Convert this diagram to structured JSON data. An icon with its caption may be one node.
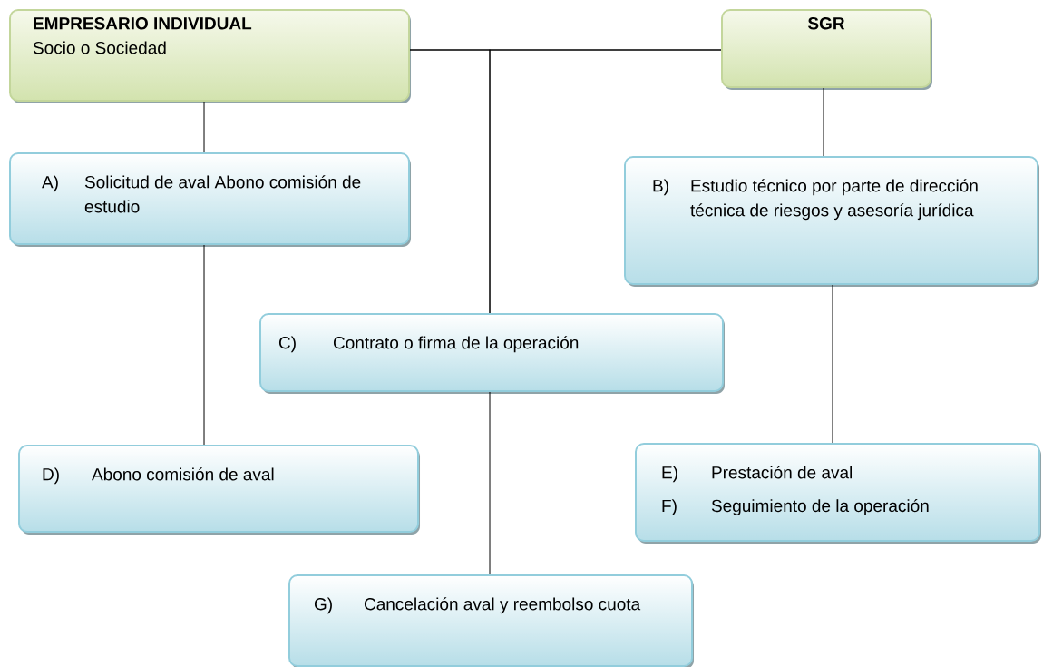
{
  "diagram": {
    "nodes": [
      {
        "text": [
          "EMPRESARIO INDIVIDUAL",
          "Socio o Sociedad"
        ]
      },
      {
        "text": [
          "SGR"
        ]
      },
      {
        "text": [
          "A)",
          "Solicitud de aval Abono comisión de estudio"
        ]
      },
      {
        "text": [
          "B)",
          "Estudio técnico por parte de dirección técnica de riesgos y asesoría jurídica"
        ]
      },
      {
        "text": [
          "C)",
          "Contrato o firma de la operación"
        ]
      },
      {
        "text": [
          "D)",
          "Abono comisión de aval"
        ]
      },
      {
        "text": [
          "E)",
          "Prestación de aval",
          "F)",
          "Seguimiento de la operación"
        ]
      },
      {
        "text": [
          "G)",
          "Cancelación aval y reembolso cuota"
        ]
      }
    ],
    "edges": [
      {
        "from": 0,
        "to": 1,
        "arrow": "none"
      },
      {
        "from": 0,
        "to": 4,
        "arrow": "none"
      },
      {
        "from": 1,
        "to": 4,
        "arrow": "none"
      },
      {
        "from": 0,
        "to": 2,
        "arrow": "none"
      },
      {
        "from": 2,
        "to": 5,
        "arrow": "none"
      },
      {
        "from": 1,
        "to": 3,
        "arrow": "none"
      },
      {
        "from": 3,
        "to": 6,
        "arrow": "none"
      },
      {
        "from": 4,
        "to": 7,
        "arrow": "none"
      }
    ]
  }
}
